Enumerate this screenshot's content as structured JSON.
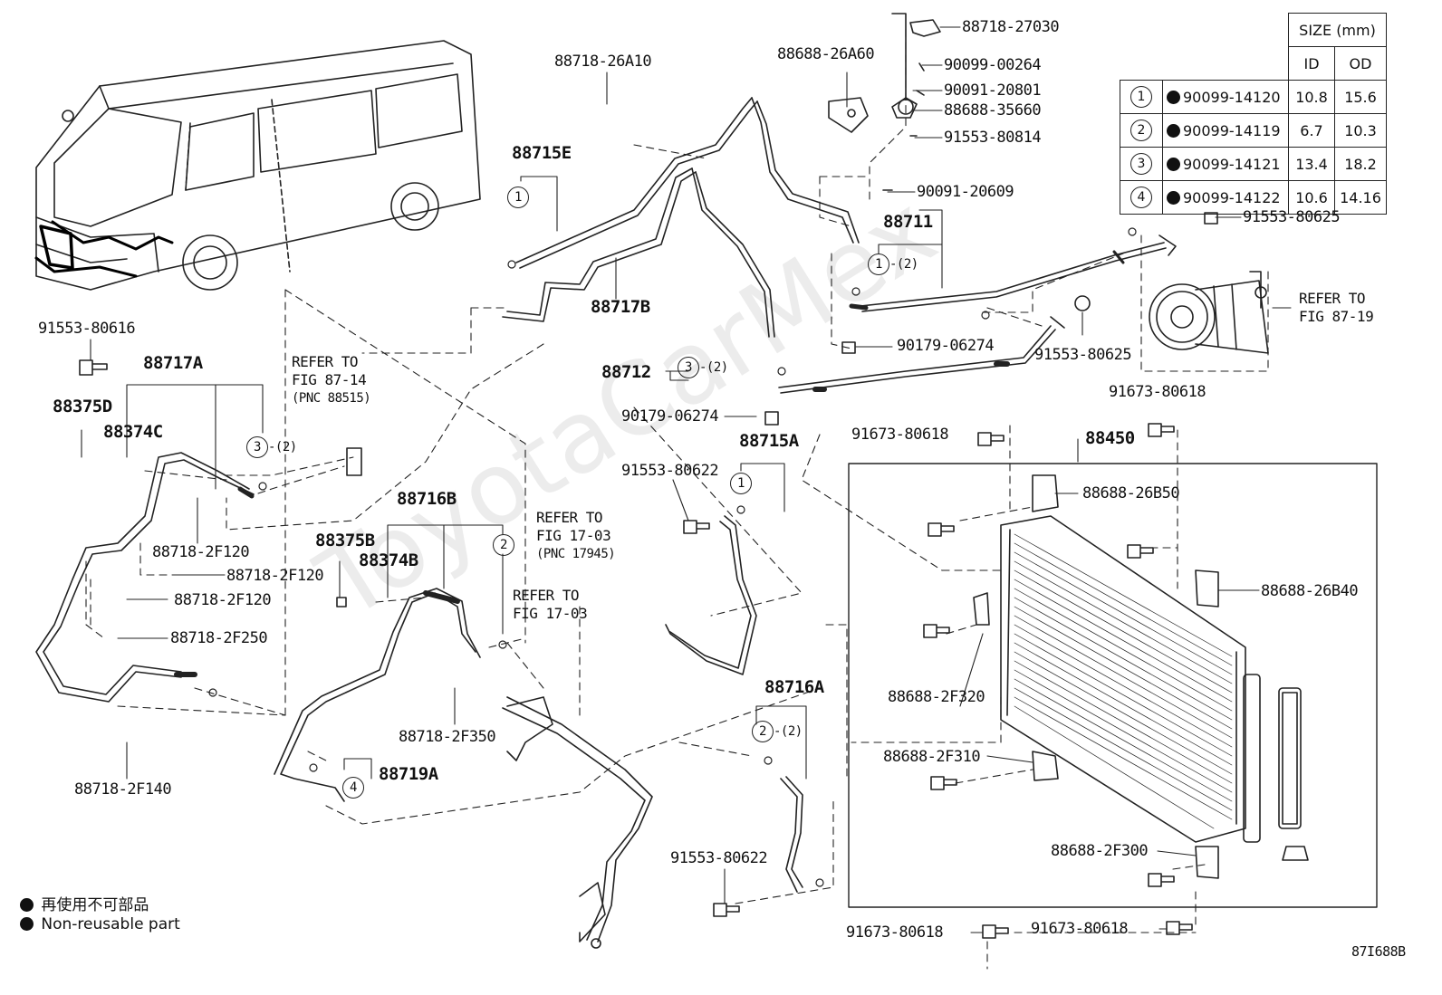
{
  "watermark": "ToyotaCarMex",
  "figure_code": "87I688B",
  "legend": {
    "jp": "再使用不可部品",
    "en": "Non-reusable part"
  },
  "size_table": {
    "header": "SIZE (mm)",
    "col_id": "ID",
    "col_od": "OD",
    "rows": [
      {
        "n": "1",
        "part": "90099-14120",
        "id": "10.8",
        "od": "15.6"
      },
      {
        "n": "2",
        "part": "90099-14119",
        "id": "6.7",
        "od": "10.3"
      },
      {
        "n": "3",
        "part": "90099-14121",
        "id": "13.4",
        "od": "18.2"
      },
      {
        "n": "4",
        "part": "90099-14122",
        "id": "10.6",
        "od": "14.16"
      }
    ]
  },
  "callouts": {
    "p88718_27030": "88718-27030",
    "p88688_26A60": "88688-26A60",
    "p90099_00264": "90099-00264",
    "p90091_20801": "90091-20801",
    "p88688_35660": "88688-35660",
    "p91553_80814": "91553-80814",
    "p90091_20609": "90091-20609",
    "p88718_26A10": "88718-26A10",
    "p88715E": "88715E",
    "p88717B": "88717B",
    "p88711": "88711",
    "p91553_80625_a": "91553-80625",
    "p91553_80625_b": "91553-80625",
    "p90179_06274_a": "90179-06274",
    "p88712": "88712",
    "p90179_06274_b": "90179-06274",
    "p91553_80616": "91553-80616",
    "p88717A": "88717A",
    "p88375D": "88375D",
    "p88374C": "88374C",
    "p88718_2F120_a": "88718-2F120",
    "p88718_2F120_b": "88718-2F120",
    "p88718_2F120_c": "88718-2F120",
    "p88718_2F250": "88718-2F250",
    "p88718_2F140": "88718-2F140",
    "p88716B": "88716B",
    "p88375B": "88375B",
    "p88374B": "88374B",
    "p88718_2F350": "88718-2F350",
    "p88719A": "88719A",
    "p88715A": "88715A",
    "p91553_80622_a": "91553-80622",
    "p91553_80622_b": "91553-80622",
    "p88716A": "88716A",
    "p91673_80618_a": "91673-80618",
    "p91673_80618_b": "91673-80618",
    "p91673_80618_c": "91673-80618",
    "p91673_80618_d": "91673-80618",
    "p88450": "88450",
    "p88688_26B50": "88688-26B50",
    "p88688_26B40": "88688-26B40",
    "p88688_2F320": "88688-2F320",
    "p88688_2F310": "88688-2F310",
    "p88688_2F300": "88688-2F300"
  },
  "qty_marks": {
    "q1": "-(2)",
    "q2": "-(2)",
    "q3": "-(2)",
    "q4": "-(2)"
  },
  "circle_marks": {
    "c_88715E": "1",
    "c_88711": "1",
    "c_88712": "3",
    "c_88717A": "3",
    "c_88716B": "2",
    "c_88715A": "1",
    "c_88716A": "2",
    "c_88719A": "4"
  },
  "refs": {
    "r1_l1": "REFER TO",
    "r1_l2": "FIG 87-14",
    "r1_l3": "(PNC 88515)",
    "r2_l1": "REFER TO",
    "r2_l2": "FIG 87-19",
    "r3_l1": "REFER TO",
    "r3_l2": "FIG 17-03",
    "r3_l3": "(PNC 17945)",
    "r4_l1": "REFER TO",
    "r4_l2": "FIG 17-03"
  }
}
